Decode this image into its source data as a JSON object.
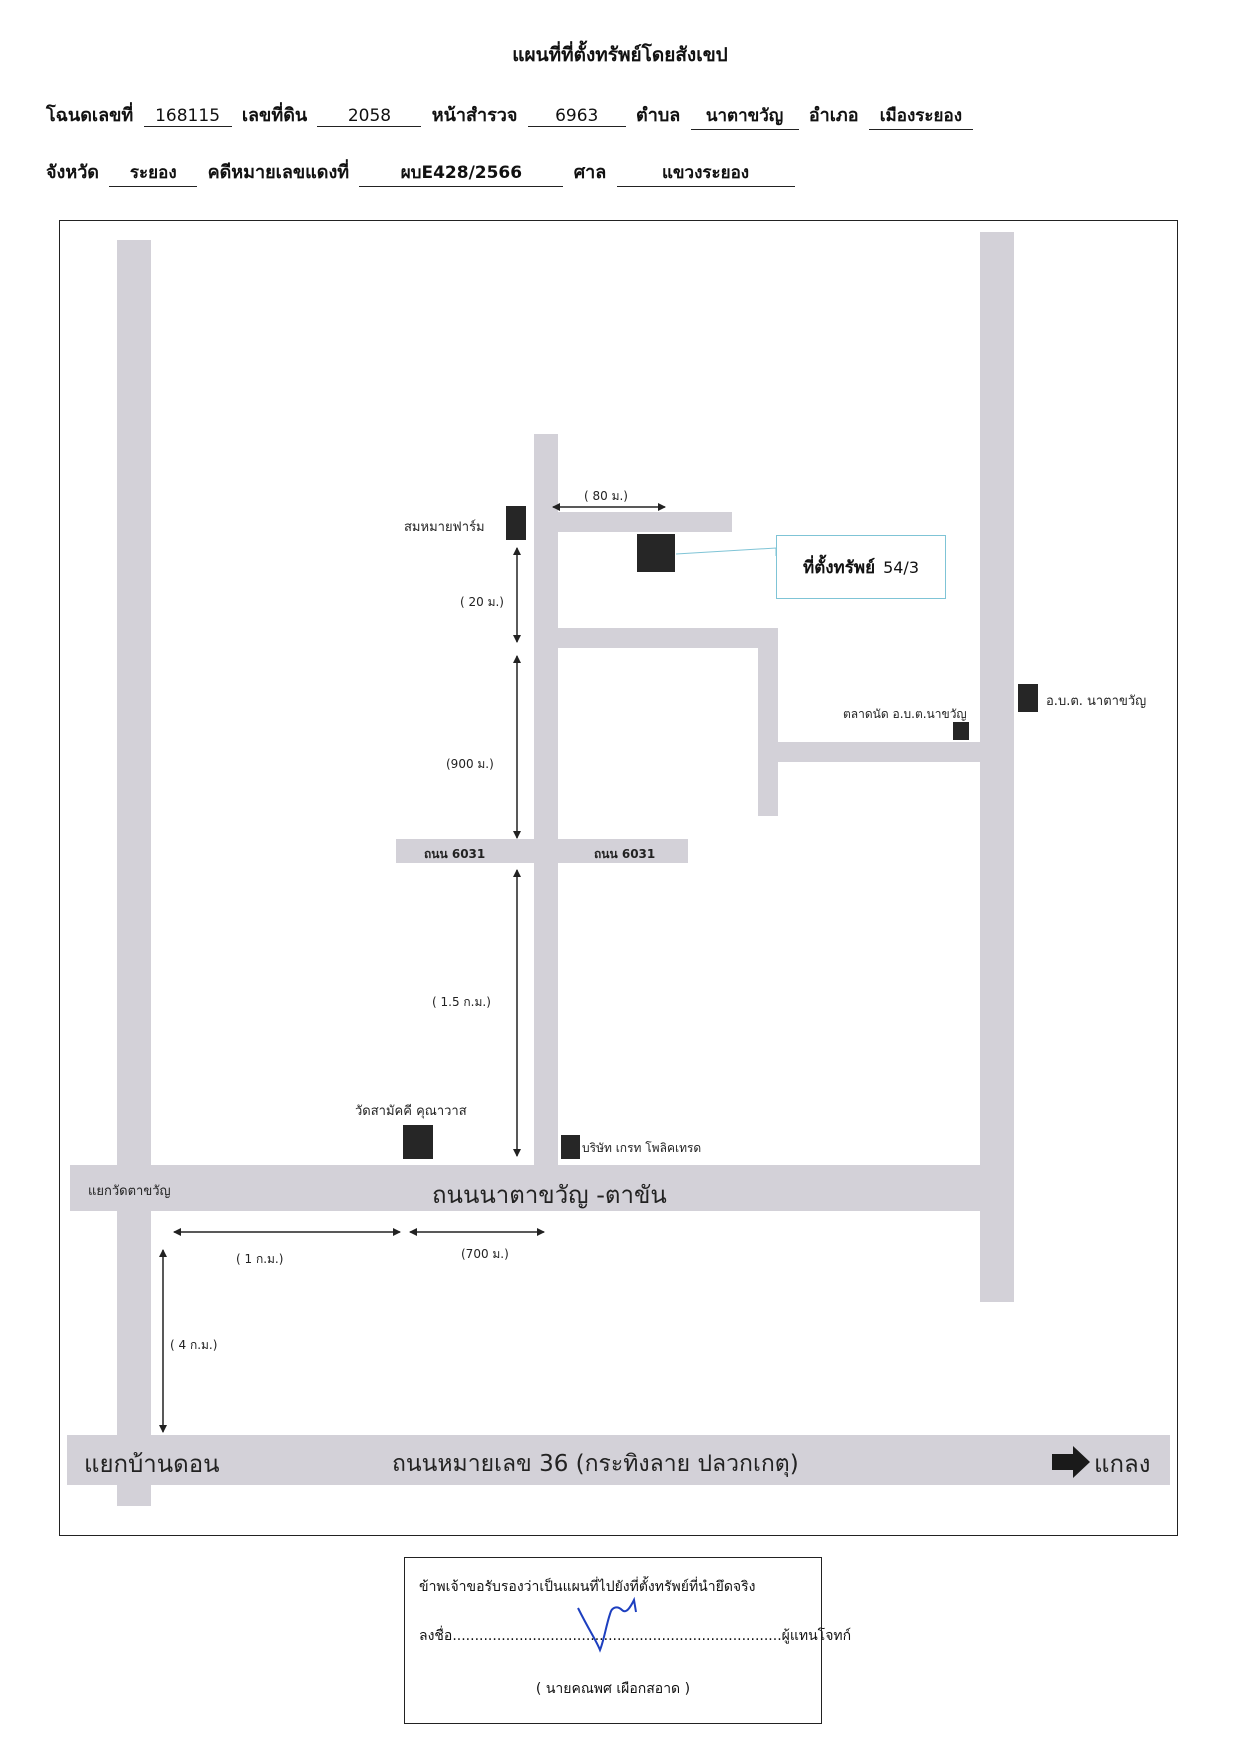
{
  "header": {
    "title": "แผนที่ที่ตั้งทรัพย์โดยสังเขป",
    "deed_label": "โฉนดเลขที่",
    "deed_no": "168115",
    "land_no_label": "เลขที่ดิน",
    "land_no": "2058",
    "survey_label": "หน้าสำรวจ",
    "survey_no": "6963",
    "subdistrict_label": "ตำบล",
    "subdistrict": "นาตาขวัญ",
    "district_label": "อำเภอ",
    "district": "เมืองระยอง",
    "province_label": "จังหวัด",
    "province": "ระยอง",
    "case_label": "คดีหมายเลขแดงที่",
    "case_no": "ผบE428/2566",
    "court_label": "ศาล",
    "court": "แขวงระยอง"
  },
  "map": {
    "property_label": "ที่ตั้งทรัพย์",
    "property_no": "54/3",
    "landmarks": {
      "farm": "สมหมายฟาร์ม",
      "market": "ตลาดนัด อ.บ.ต.นาขวัญ",
      "tambon_office": "อ.บ.ต. นาตาขวัญ",
      "temple": "วัดสามัคคี คุณาวาส",
      "company": "บริษัท เกรท โพลิคเทรด"
    },
    "roads": {
      "road_6031_left": "ถนน 6031",
      "road_6031_right": "ถนน 6031",
      "main_road": "ถนนนาตาขวัญ -ตาขัน",
      "junction_temple": "แยกวัดตาขวัญ",
      "highway": "ถนนหมายเลข 36 (กระทิงลาย  ปลวกเกตุ)",
      "junction_bandon": "แยกบ้านดอน",
      "direction": "แกลง"
    },
    "distances": {
      "d80": "( 80 ม.)",
      "d20": "( 20 ม.)",
      "d900": "(900 ม.)",
      "d1_5": "( 1.5 ก.ม.)",
      "d1": "( 1 ก.ม.)",
      "d700": "(700 ม.)",
      "d4": "( 4 ก.ม.)"
    }
  },
  "certification": {
    "statement": "ข้าพเจ้าขอรับรองว่าเป็นแผนที่ไปยังที่ตั้งทรัพย์ที่นำยึดจริง",
    "sign_prefix": "ลงชื่อ",
    "sign_dots": "..........................................................................",
    "sign_role": "ผู้แทนโจทก์",
    "name_line": "(   นายคณพศ    เผือกสอาด     )"
  }
}
